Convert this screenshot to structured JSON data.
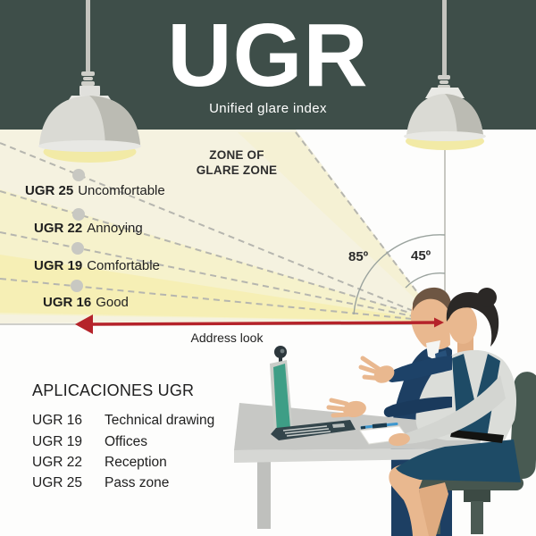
{
  "header": {
    "title": "UGR",
    "subtitle": "Unified glare index"
  },
  "diagram": {
    "zone_label_line1": "ZONE OF",
    "zone_label_line2": "GLARE ZONE",
    "scale": [
      {
        "code": "UGR 25",
        "label": "Uncomfortable"
      },
      {
        "code": "UGR 22",
        "label": "Annoying"
      },
      {
        "code": "UGR 19",
        "label": "Comfortable"
      },
      {
        "code": "UGR 16",
        "label": "Good"
      }
    ],
    "angle_outer": "85º",
    "angle_inner": "45º",
    "gaze_label": "Address look"
  },
  "applications": {
    "title": "APLICACIONES UGR",
    "rows": [
      {
        "code": "UGR 16",
        "label": "Technical drawing"
      },
      {
        "code": "UGR 19",
        "label": "Offices"
      },
      {
        "code": "UGR 22",
        "label": "Reception"
      },
      {
        "code": "UGR 25",
        "label": "Pass zone"
      }
    ]
  },
  "colors": {
    "header_bg": "#3e4e49",
    "glare_zone_cream": "#f5f2e0",
    "glare_beam_yellow": "#f6efab",
    "lamp_glow": "#f2eaa6",
    "arrow_red": "#b5232a",
    "dashed_line_gray": "#b6b6af",
    "laptop_screen_teal": "#3e9e86",
    "suit_navy": "#1d3f63",
    "dress_teal": "#1e4b66",
    "chair_slate": "#46564f",
    "text_dark": "#1f1f1f"
  }
}
